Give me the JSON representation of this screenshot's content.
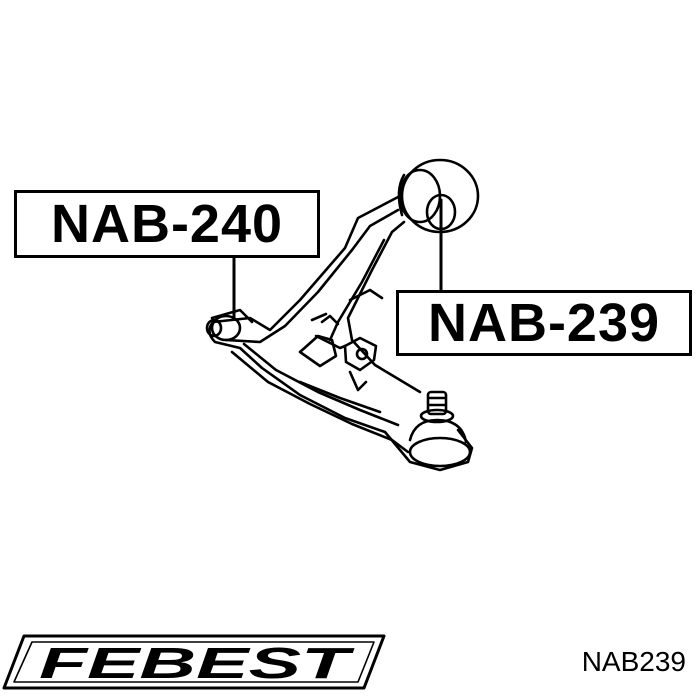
{
  "labels": {
    "left_part": "NAB-240",
    "right_part": "NAB-239"
  },
  "brand": {
    "logo_text": "FEBEST"
  },
  "part_number": "NAB239",
  "colors": {
    "ink": "#000000",
    "background": "#ffffff"
  }
}
